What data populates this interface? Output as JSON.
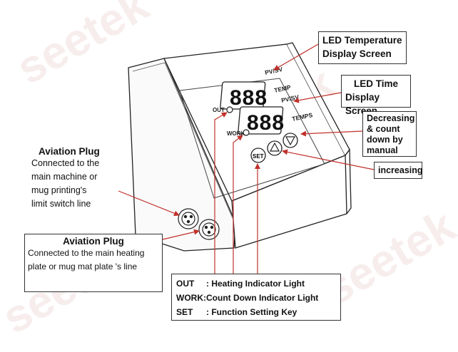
{
  "watermark": "seetek",
  "panel": {
    "pv_sv_top": "PV/SV",
    "temp": "TEMP",
    "pv_sv_mid": "PV/SV",
    "temps": "TEMPS",
    "out": "OUT",
    "work": "WORK",
    "set": "SET",
    "digits_top": "888",
    "digits_bottom": "888"
  },
  "callouts": {
    "led_temp": [
      "LED Temperature",
      "Display Screen"
    ],
    "led_time": [
      "LED Time",
      "Display Screen"
    ],
    "decreasing": [
      "Decreasing",
      "& count",
      "down by",
      "manual"
    ],
    "increasing": "increasing"
  },
  "aviation_plug_1": {
    "title": "Aviation Plug",
    "lines": [
      "Connected to the",
      "main machine or",
      "mug printing's",
      "limit switch line"
    ]
  },
  "aviation_plug_2": {
    "title": "Aviation Plug",
    "lines": [
      "Connected to the main heating",
      "plate or mug mat plate 's line"
    ]
  },
  "legend": [
    {
      "key": "OUT",
      "desc": ": Heating Indicator Light"
    },
    {
      "key": "WORK:",
      "desc": "Count Down Indicator Light"
    },
    {
      "key": "SET",
      "desc": ": Function Setting Key"
    }
  ]
}
